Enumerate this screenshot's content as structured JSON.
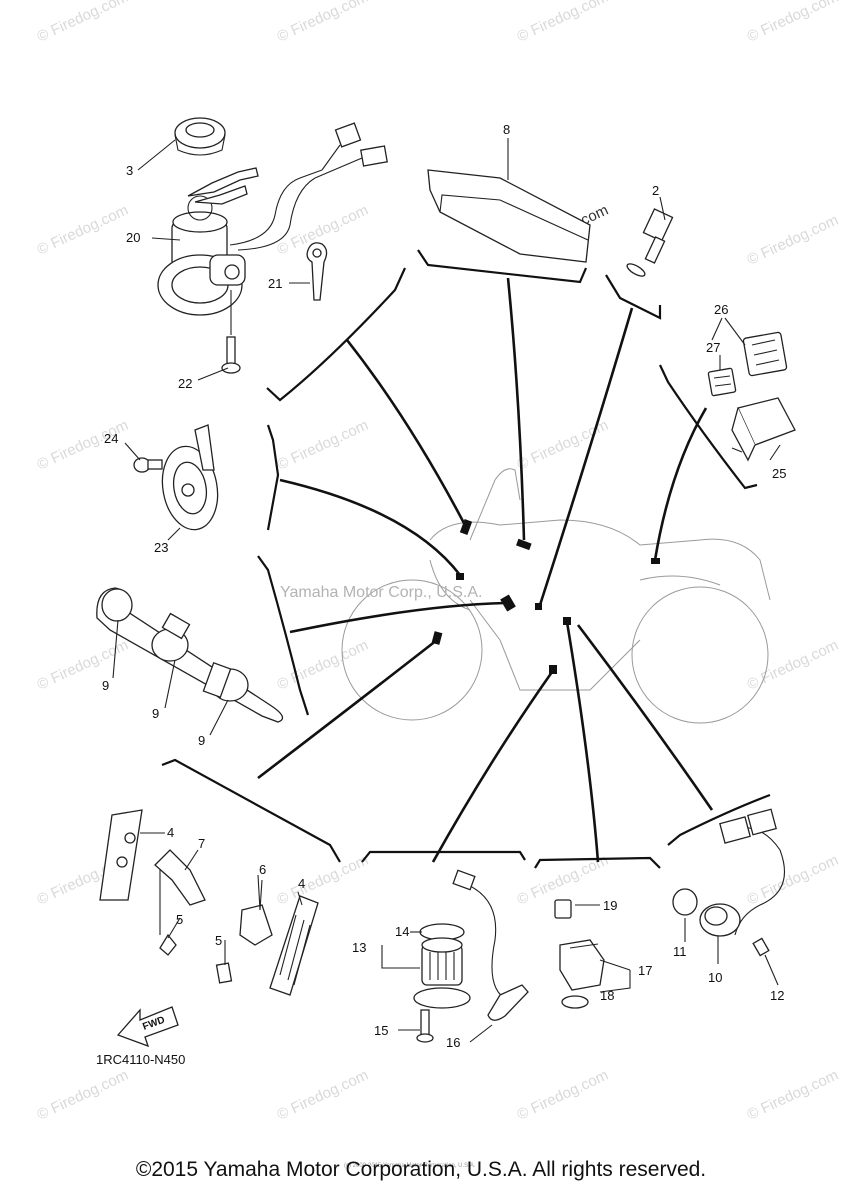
{
  "watermark": "© Firedog.com",
  "center_watermark": "Yamaha Motor Corp., U.S.A.",
  "reference_code": "1RC4110-N450",
  "fwd_label": "FWD",
  "copyright": "©2015 Yamaha Motor Corporation, U.S.A. All rights reserved.",
  "tiny_copyright": "(c) 2000-2015 Yamaha Motor Corporation, U.S.A.",
  "callouts": {
    "c2": "2",
    "c3": "3",
    "c4a": "4",
    "c4b": "4",
    "c5a": "5",
    "c5b": "5",
    "c6": "6",
    "c7": "7",
    "c8": "8",
    "c9a": "9",
    "c9b": "9",
    "c9c": "9",
    "c10": "10",
    "c11": "11",
    "c12": "12",
    "c13": "13",
    "c14": "14",
    "c15": "15",
    "c16": "16",
    "c17": "17",
    "c18": "18",
    "c19": "19",
    "c20": "20",
    "c21": "21",
    "c22": "22",
    "c23": "23",
    "c24": "24",
    "c25": "25",
    "c26": "26",
    "c27": "27"
  }
}
